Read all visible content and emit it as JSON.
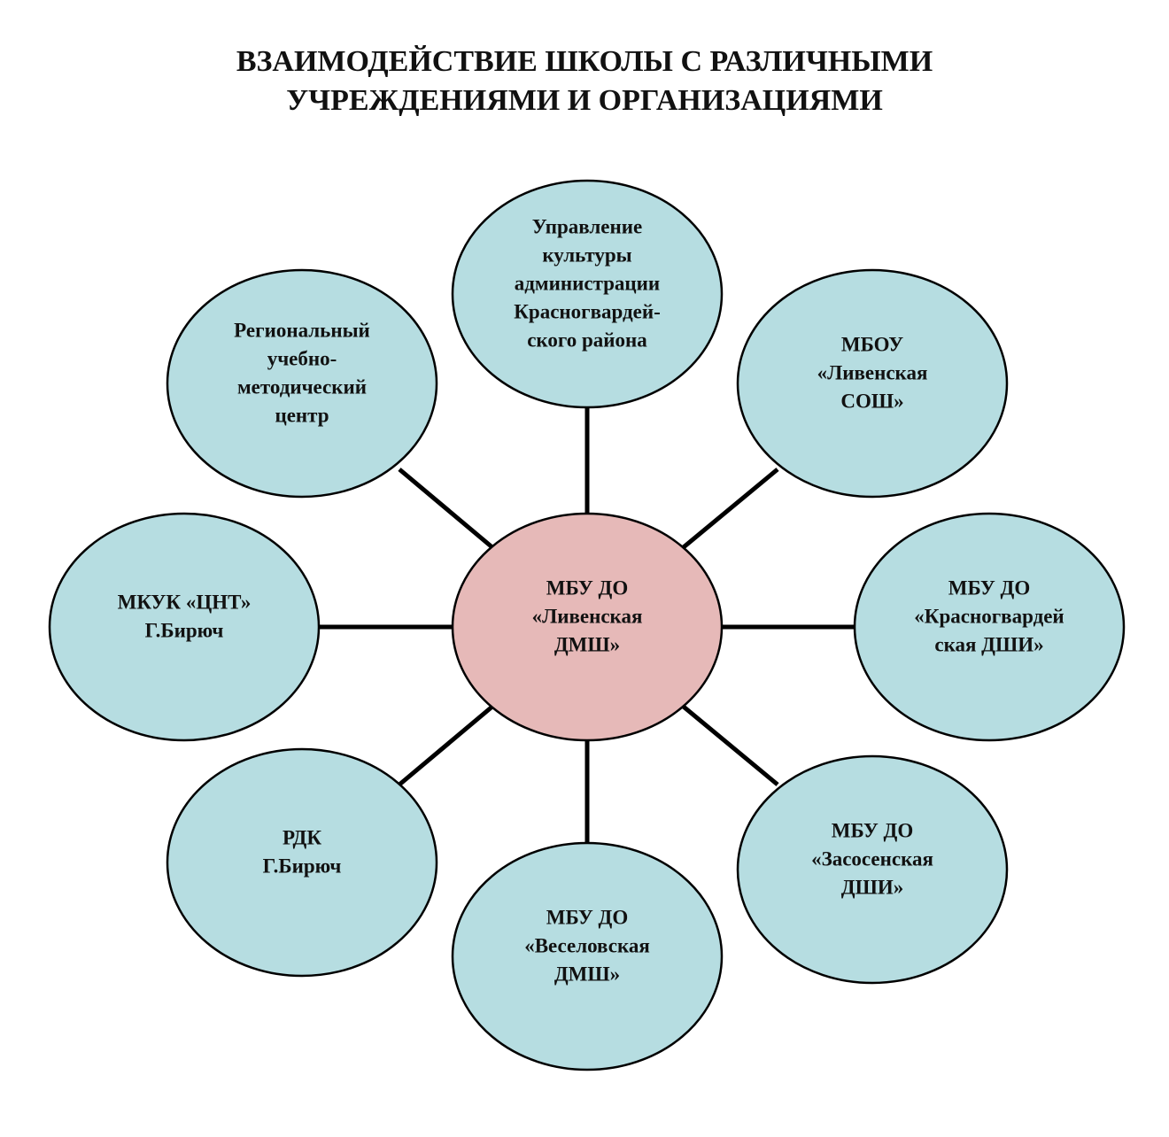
{
  "title": {
    "line1": "ВЗАИМОДЕЙСТВИЕ ШКОЛЫ С РАЗЛИЧНЫМИ",
    "line2": "УЧРЕЖДЕНИЯМИ И ОРГАНИЗАЦИЯМИ"
  },
  "colors": {
    "center_fill": "#e6b9b8",
    "node_fill": "#b6dde1",
    "stroke": "#000000"
  },
  "center": {
    "name": "center-node-livenskaya-dmsh",
    "lines": [
      "МБУ ДО",
      "«Ливенская",
      "ДМШ»"
    ]
  },
  "nodes": [
    {
      "name": "node-upravlenie-kultury",
      "lines": [
        "Управление",
        "культуры",
        "администрации",
        "Красногвардей-",
        "ского района"
      ]
    },
    {
      "name": "node-mbou-livenskaya-sosh",
      "lines": [
        "МБОУ",
        "«Ливенская",
        "СОШ»"
      ]
    },
    {
      "name": "node-krasnogvardeyskaya-dshi",
      "lines": [
        "МБУ ДО",
        "«Красногвардей",
        "ская ДШИ»"
      ]
    },
    {
      "name": "node-zasosenskaya-dshi",
      "lines": [
        "МБУ ДО",
        "«Засосенская",
        "ДШИ»"
      ]
    },
    {
      "name": "node-veselovskaya-dmsh",
      "lines": [
        "МБУ ДО",
        "«Веселовская",
        "ДМШ»"
      ]
    },
    {
      "name": "node-rdk-biryuch",
      "lines": [
        "РДК",
        "Г.Бирюч"
      ]
    },
    {
      "name": "node-mkuk-cnt-biryuch",
      "lines": [
        "МКУК «ЦНТ»",
        "Г.Бирюч"
      ]
    },
    {
      "name": "node-regionalny-centr",
      "lines": [
        "Региональный",
        "учебно-",
        "методический",
        "центр"
      ]
    }
  ]
}
